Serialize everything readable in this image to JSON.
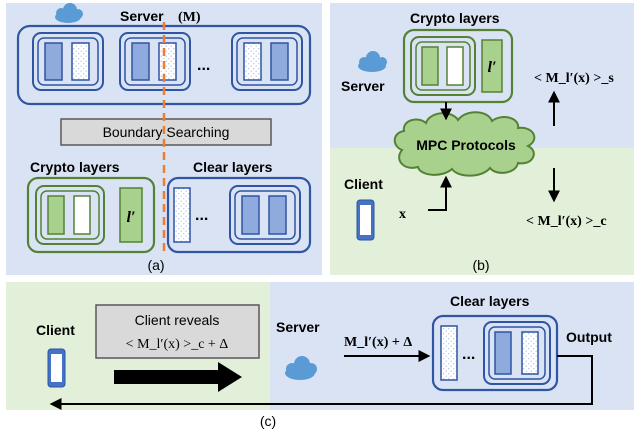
{
  "panel_a": {
    "server_label": "Server",
    "server_model": "(M)",
    "ellipsis": "...",
    "boundary_label": "Boundary Searching",
    "crypto_label": "Crypto layers",
    "clear_label": "Clear layers",
    "crypto_layer_mark": "l′",
    "clear_ellipsis": "...",
    "caption": "(a)"
  },
  "panel_b": {
    "crypto_label": "Crypto layers",
    "crypto_layer_mark": "l′",
    "server_label": "Server",
    "mpc_label": "MPC Protocols",
    "client_label": "Client",
    "input_label": "x",
    "share_s": "< M_l′(x) >_s",
    "share_c": "< M_l′(x) >_c",
    "caption": "(b)"
  },
  "panel_c": {
    "client_label": "Client",
    "reveal_line1": "Client reveals",
    "reveal_line2": "< M_l′(x) >_c + Δ",
    "server_label": "Server",
    "masked_input": "M_l′(x) + Δ",
    "clear_label": "Clear layers",
    "ellipsis": "...",
    "output_label": "Output",
    "caption": "(c)"
  },
  "colors": {
    "blue_panel": "#dae3f3",
    "green_panel": "#e2f0d9",
    "blue_box": "#2f55a4",
    "green_box": "#548235",
    "layer_blue": "#8faadc",
    "layer_green": "#a9d18e",
    "dashed_orange": "#ed7d31",
    "cloud": "#5b9bd5"
  }
}
